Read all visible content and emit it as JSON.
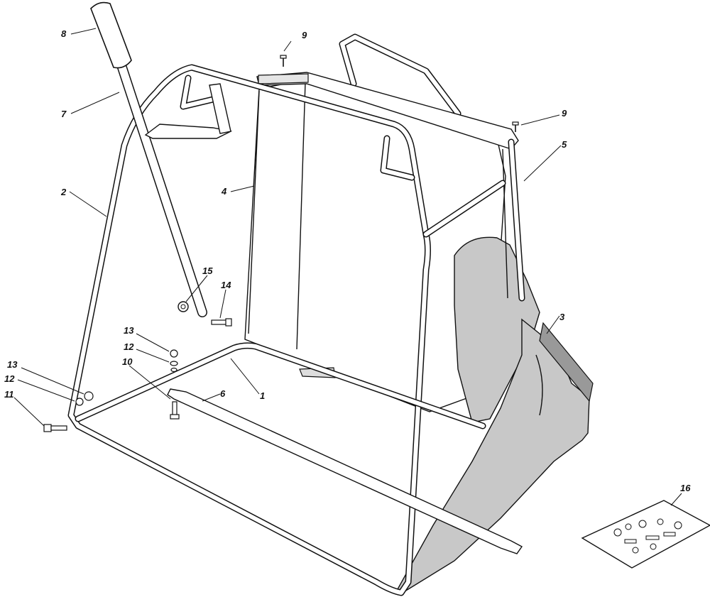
{
  "diagram": {
    "part_labels": {
      "p1": "1",
      "p2": "2",
      "p3": "3",
      "p4": "4",
      "p5": "5",
      "p6": "6",
      "p7": "7",
      "p8": "8",
      "p9a": "9",
      "p9b": "9",
      "p10": "10",
      "p11": "11",
      "p12a": "12",
      "p12b": "12",
      "p13a": "13",
      "p13b": "13",
      "p14": "14",
      "p15": "15",
      "p16": "16"
    },
    "colors": {
      "line": "#111111",
      "fabric": "#c8c8c8",
      "background": "#ffffff"
    }
  }
}
